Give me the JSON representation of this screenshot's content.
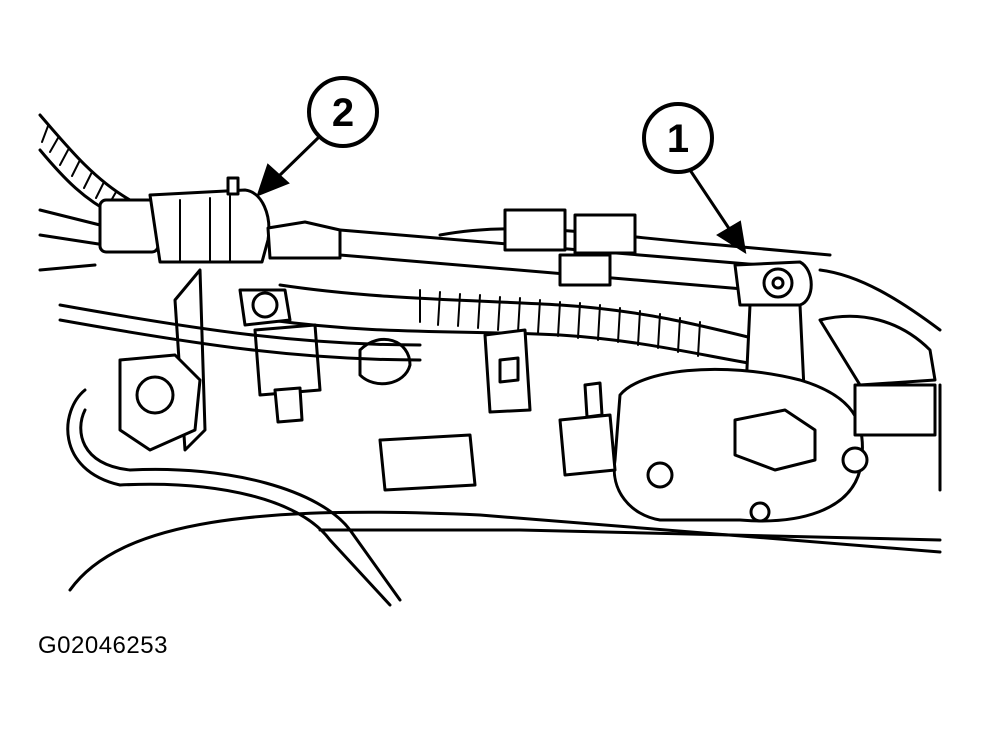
{
  "figure": {
    "id_label": "G02046253",
    "callouts": [
      {
        "number": "1"
      },
      {
        "number": "2"
      }
    ]
  }
}
